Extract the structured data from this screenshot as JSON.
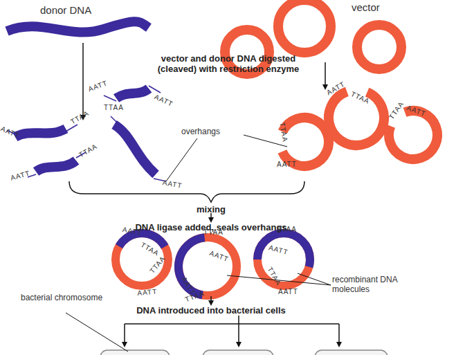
{
  "diagram": {
    "labels": [
      "donor DNA",
      "vector",
      "vector and donor DNA digested (cleaved) with restriction enzyme",
      "overhangs",
      "mixing",
      "DNA ligase added, seals overhangs",
      "recombinant DNA molecules",
      "DNA introduced into bacterial cells",
      "bacterial chromosome",
      "AATT",
      "AATT",
      "AATT",
      "TTAA",
      "AATT",
      "TTAA",
      "TTAA",
      "AATT",
      "TTAA",
      "AATT",
      "AATT",
      "TTAA",
      "TTAA",
      "AATT",
      "AATT",
      "TTAA",
      "TTAA",
      "AATT",
      "TTAA",
      "AATT",
      "AATT",
      "TTAA",
      "TTAA",
      "AATT",
      "TTAA",
      "AATT"
    ]
  }
}
